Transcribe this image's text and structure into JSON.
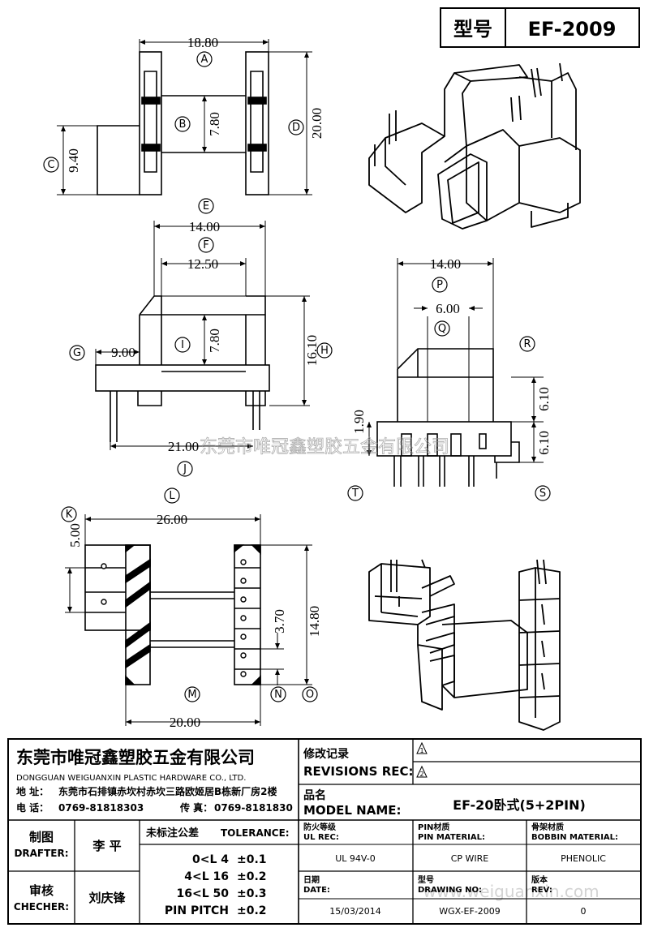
{
  "header": {
    "model_label": "型号",
    "model_value": "EF-2009"
  },
  "dimensions": {
    "a": "18.80",
    "b": "7.80",
    "c": "9.40",
    "d": "20.00",
    "e": "14.00",
    "f": "12.50",
    "g": "9.00",
    "i": "7.80",
    "h": "16.10",
    "j": "21.00",
    "p_top": "14.00",
    "q": "6.00",
    "r": "6.10",
    "s": "6.10",
    "t": "1.90",
    "l": "26.00",
    "k": "5.00",
    "n": "3.70",
    "o": "14.80",
    "m": "20.00"
  },
  "markers": [
    "A",
    "B",
    "C",
    "D",
    "E",
    "F",
    "G",
    "H",
    "I",
    "J",
    "K",
    "L",
    "M",
    "N",
    "O",
    "P",
    "Q",
    "R",
    "S",
    "T"
  ],
  "watermark_cn": "东莞市唯冠鑫塑胶五金有限公司",
  "watermark_url": "www.weiguanxin.com",
  "title_block": {
    "company_cn": "东莞市唯冠鑫塑胶五金有限公司",
    "company_en": "DONGGUAN WEIGUANXIN PLASTIC HARDWARE CO., LTD.",
    "address_label": "地  址：",
    "address": "东莞市石排镇赤坎村赤坎三路欧姬居B栋新厂房2楼",
    "tel_label": "电  话：",
    "tel": "0769-81818303",
    "fax_label": "传  真：",
    "fax": "0769-8181830",
    "revisions_cn": "修改记录",
    "revisions_en": "REVISIONS REC:",
    "rev_marks": [
      "1",
      "2"
    ],
    "model_name_cn": "品名",
    "model_name_en": "MODEL NAME:",
    "model_name_value": "EF-20卧式(5+2PIN)",
    "drafter_cn": "制图",
    "drafter_en": "DRAFTER:",
    "drafter_name": "李  平",
    "checker_cn": "审核",
    "checker_en": "CHECHER:",
    "checker_name": "刘庆锋",
    "tolerance_cn": "未标注公差",
    "tolerance_en": "TOLERANCE:",
    "tolerances": [
      {
        "range": "0<L  4",
        "value": "±0.1"
      },
      {
        "range": "4<L  16",
        "value": "±0.2"
      },
      {
        "range": "16<L  50",
        "value": "±0.3"
      },
      {
        "range": "PIN PITCH",
        "value": "±0.2"
      }
    ],
    "ul_cn": "防火等级",
    "ul_en": "UL REC:",
    "ul_value": "UL 94V-0",
    "pin_cn": "PIN材质",
    "pin_en": "PIN MATERIAL:",
    "pin_value": "CP WIRE",
    "bobbin_cn": "骨架材质",
    "bobbin_en": "BOBBIN MATERIAL:",
    "bobbin_value": "PHENOLIC",
    "date_cn": "日期",
    "date_en": "DATE:",
    "date_value": "15/03/2014",
    "drawing_cn": "型号",
    "drawing_en": "DRAWING NO:",
    "drawing_value": "WGX-EF-2009",
    "rev_cn": "版本",
    "rev_en": "REV:",
    "rev_value": "0"
  }
}
